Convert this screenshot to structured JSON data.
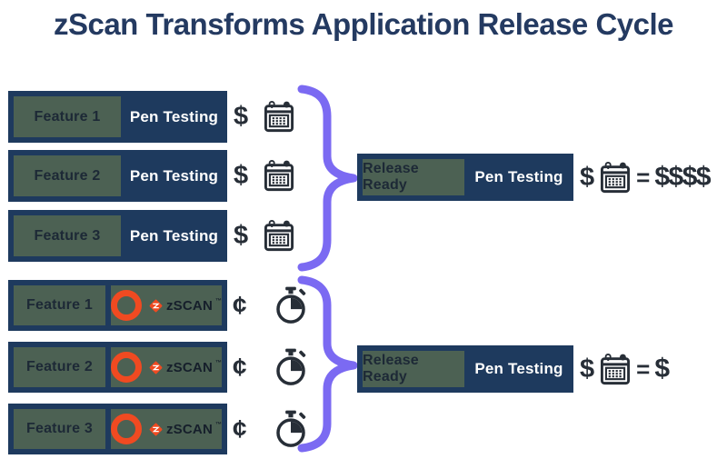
{
  "title": "zScan Transforms Application Release Cycle",
  "colors": {
    "navy": "#1e3a5e",
    "sage": "#4c6153",
    "purple": "#7b6af2",
    "orange": "#f04a21",
    "icon_dark": "#272e37",
    "title_navy": "#243a61"
  },
  "pen_testing_flow": {
    "rows": [
      {
        "feature": "Feature 1",
        "process": "Pen Testing",
        "cost": "$",
        "time_icon": "calendar-icon"
      },
      {
        "feature": "Feature 2",
        "process": "Pen Testing",
        "cost": "$",
        "time_icon": "calendar-icon"
      },
      {
        "feature": "Feature 3",
        "process": "Pen Testing",
        "cost": "$",
        "time_icon": "calendar-icon"
      }
    ],
    "result": {
      "status": "Release Ready",
      "process": "Pen Testing",
      "cost": "$",
      "time_icon": "calendar-icon",
      "equals": "=",
      "total": "$$$$"
    }
  },
  "zscan_flow": {
    "rows": [
      {
        "feature": "Feature 1",
        "logo": "zSCAN",
        "tm": "™",
        "cost": "¢",
        "time_icon": "stopwatch-icon"
      },
      {
        "feature": "Feature 2",
        "logo": "zSCAN",
        "tm": "™",
        "cost": "¢",
        "time_icon": "stopwatch-icon"
      },
      {
        "feature": "Feature 3",
        "logo": "zSCAN",
        "tm": "™",
        "cost": "¢",
        "time_icon": "stopwatch-icon"
      }
    ],
    "result": {
      "status": "Release Ready",
      "process": "Pen Testing",
      "cost": "$",
      "time_icon": "calendar-icon",
      "equals": "=",
      "total": "$"
    }
  }
}
